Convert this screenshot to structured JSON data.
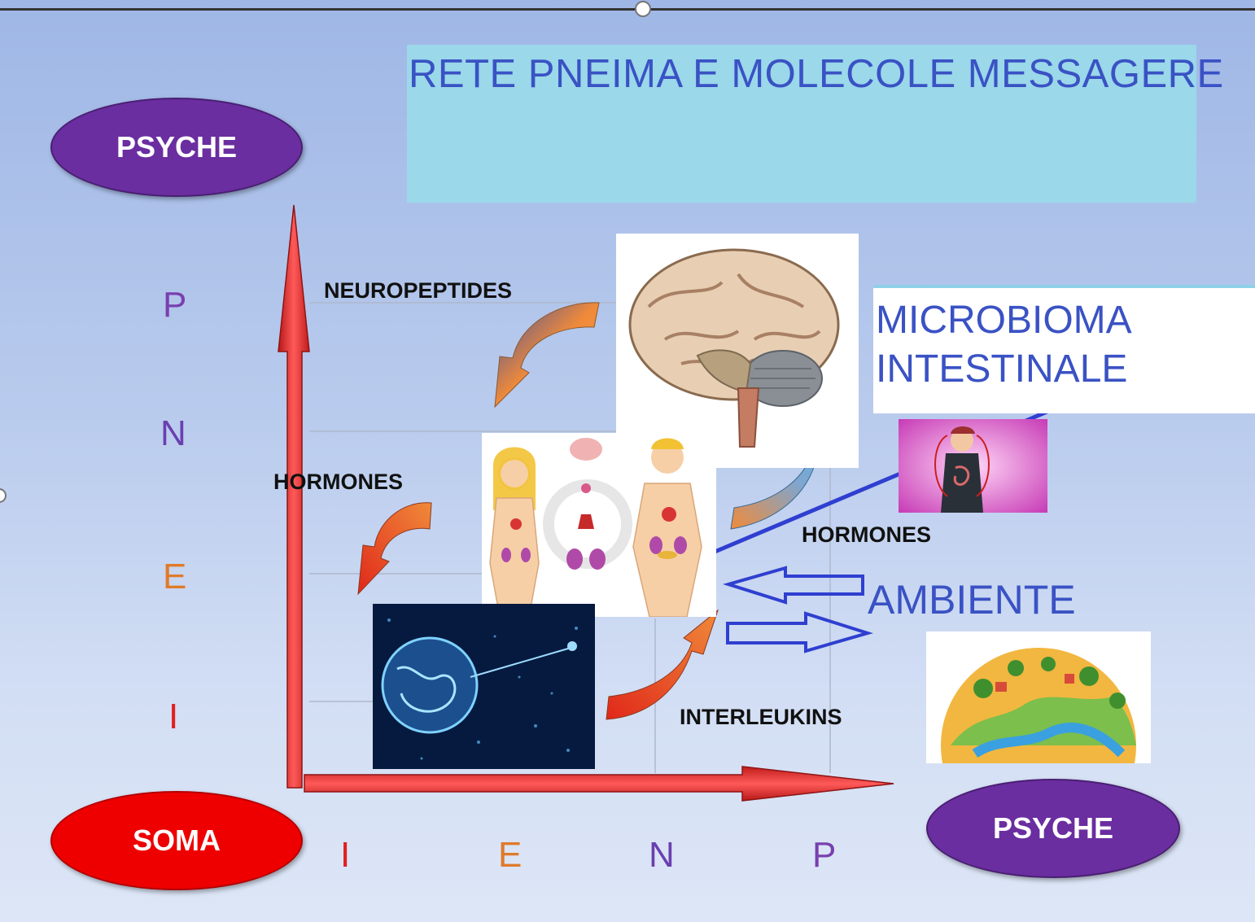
{
  "title": "RETE PNEIMA E MOLECOLE MESSAGERE",
  "ellipses": {
    "psyche_top": "PSYCHE",
    "soma": "SOMA",
    "psyche_bottom": "PSYCHE"
  },
  "vertical_axis_letters": [
    "P",
    "N",
    "E",
    "I"
  ],
  "horizontal_axis_letters": [
    "I",
    "E",
    "N",
    "P"
  ],
  "letter_colors": {
    "P": "#7a3fb0",
    "N": "#6a3fb0",
    "E": "#e07a2a",
    "I": "#e02020"
  },
  "labels": {
    "neuropeptides": "NEUROPEPTIDES",
    "hormones_left": "HORMONES",
    "hormones_right": "HORMONES",
    "interleukins": "INTERLEUKINS"
  },
  "microbioma": {
    "line1": "MICROBIOMA",
    "line2": "INTESTINALE"
  },
  "ambiente": "AMBIENTE",
  "images": [
    "brain-illustration",
    "endocrine-system-illustration",
    "immune-cell-micrograph",
    "gut-brain-axis-thumbnail",
    "earth-environment-illustration"
  ],
  "colors": {
    "title_text": "#3a52c4",
    "title_box": "#9ad8ea",
    "ellipse_purple": "#6a2ea0",
    "ellipse_red": "#ee0000",
    "axis_red": "#e23a3a",
    "connector_blue": "#2f3fd0"
  }
}
